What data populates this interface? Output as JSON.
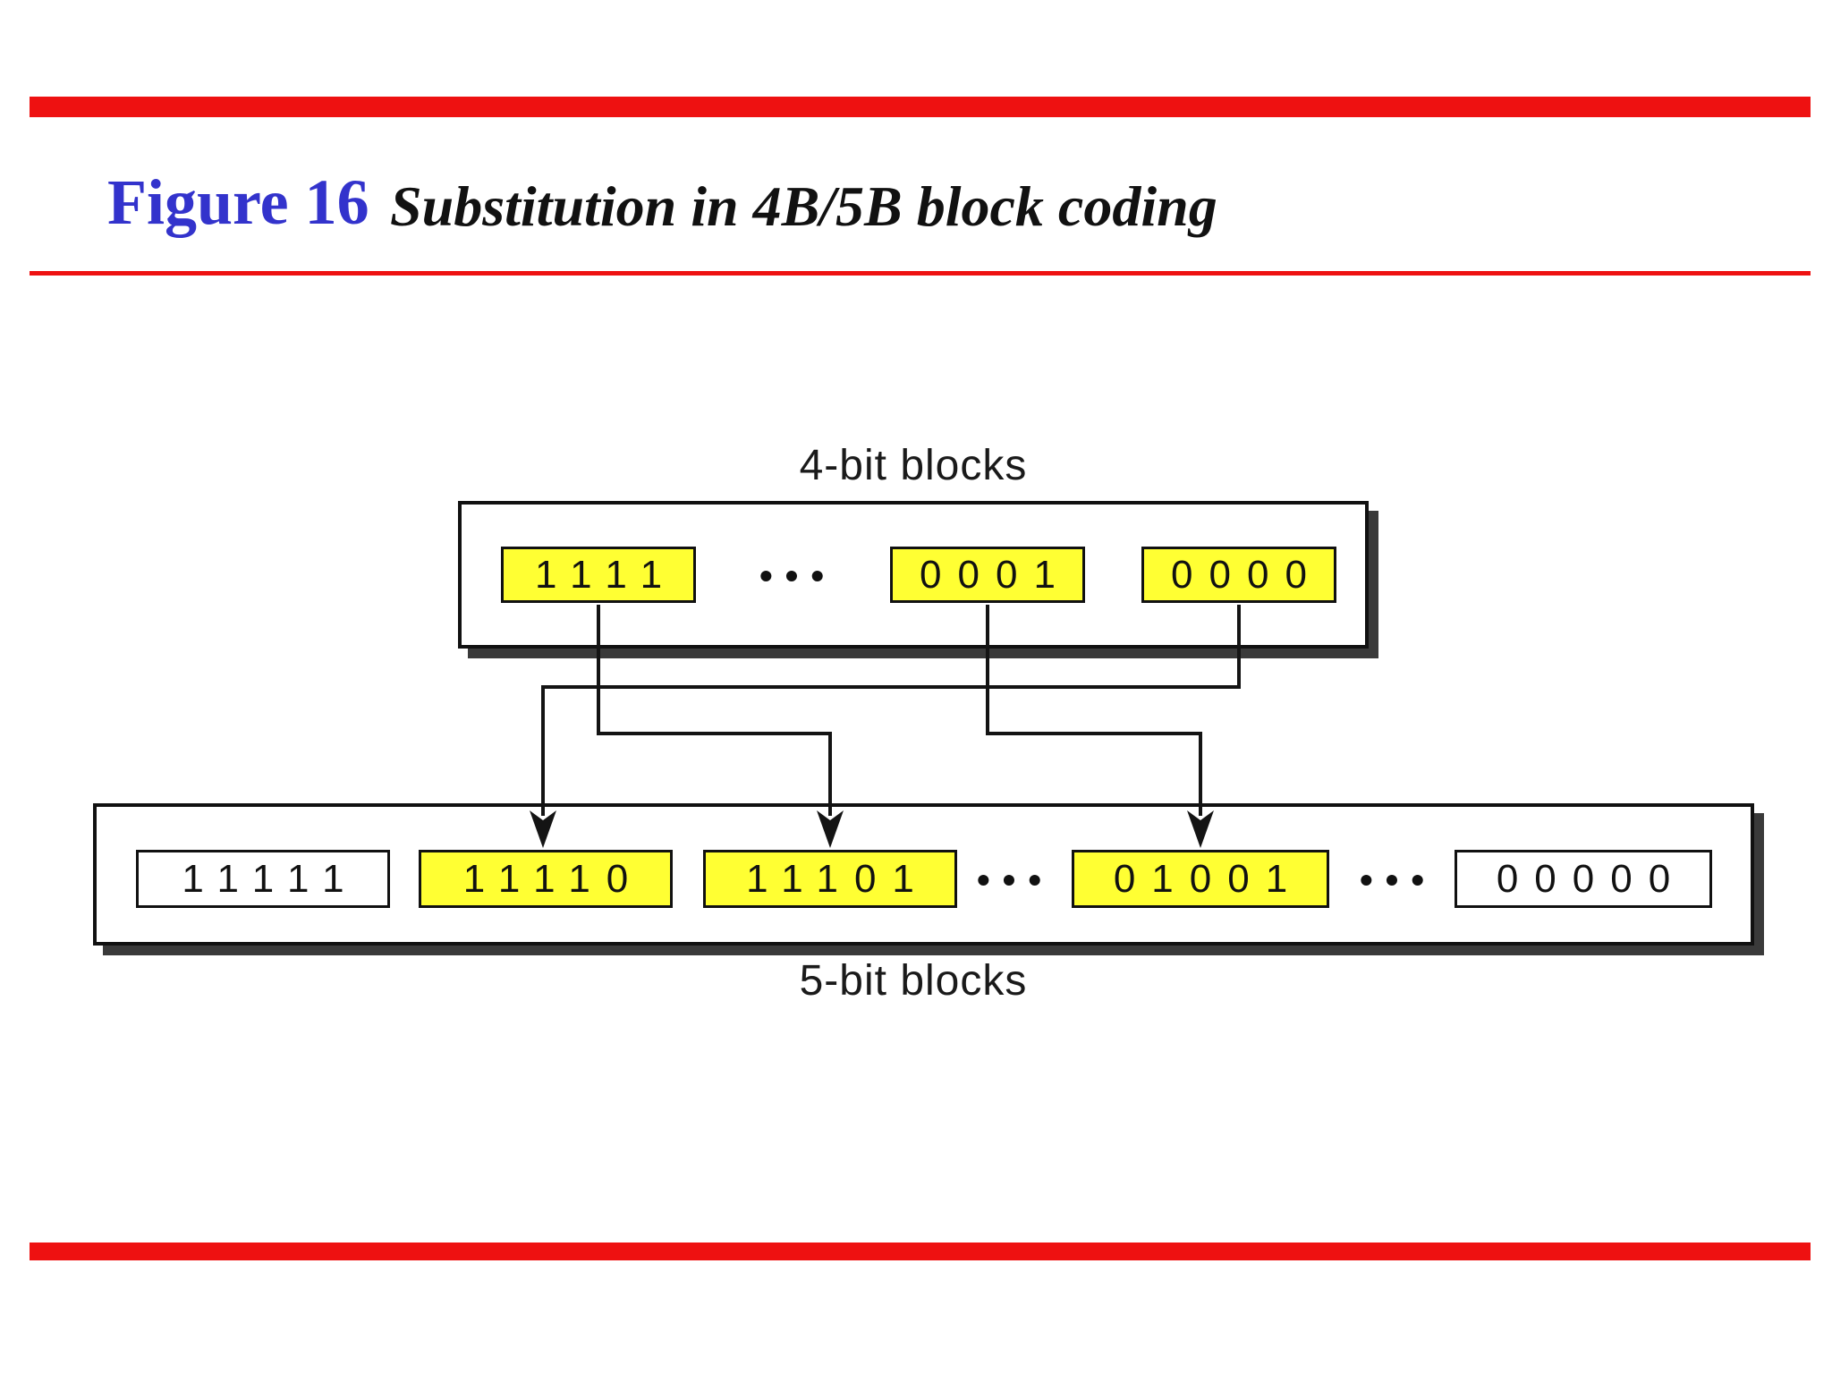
{
  "slide": {
    "figure_label": "Figure 16",
    "figure_caption": "Substitution in 4B/5B block coding"
  },
  "diagram": {
    "top_group_label": "4-bit blocks",
    "bottom_group_label": "5-bit blocks",
    "ellipsis": "•••",
    "top_blocks": [
      {
        "value": "1111",
        "highlighted": true
      },
      {
        "value": "0001",
        "highlighted": true
      },
      {
        "value": "0000",
        "highlighted": true
      }
    ],
    "bottom_blocks": [
      {
        "value": "11111",
        "highlighted": false
      },
      {
        "value": "11110",
        "highlighted": true
      },
      {
        "value": "11101",
        "highlighted": true
      },
      {
        "value": "01001",
        "highlighted": true
      },
      {
        "value": "00000",
        "highlighted": false
      }
    ],
    "substitutions": [
      {
        "from": "1111",
        "to": "11101"
      },
      {
        "from": "0001",
        "to": "01001"
      },
      {
        "from": "0000",
        "to": "11110"
      }
    ]
  },
  "colors": {
    "bar_red": "#EE1111",
    "title_blue": "#3333CC",
    "highlight_yellow": "#FFFF33",
    "shadow_gray": "#3A3A3A",
    "line_black": "#141414"
  }
}
